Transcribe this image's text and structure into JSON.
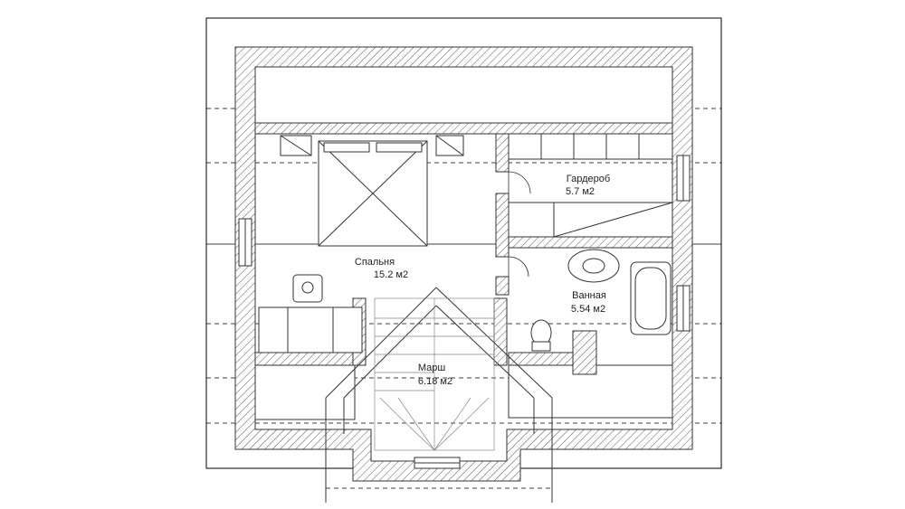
{
  "plan": {
    "wall_color": "#333333",
    "hatch_color": "#555555",
    "line_color": "#000000",
    "rooms": [
      {
        "name": "Спальня",
        "area": "15.2 м2"
      },
      {
        "name": "Гардероб",
        "area": "5.7 м2"
      },
      {
        "name": "Ванная",
        "area": "5.54 м2"
      },
      {
        "name": "Марш",
        "area": "6.18 м2"
      }
    ]
  }
}
